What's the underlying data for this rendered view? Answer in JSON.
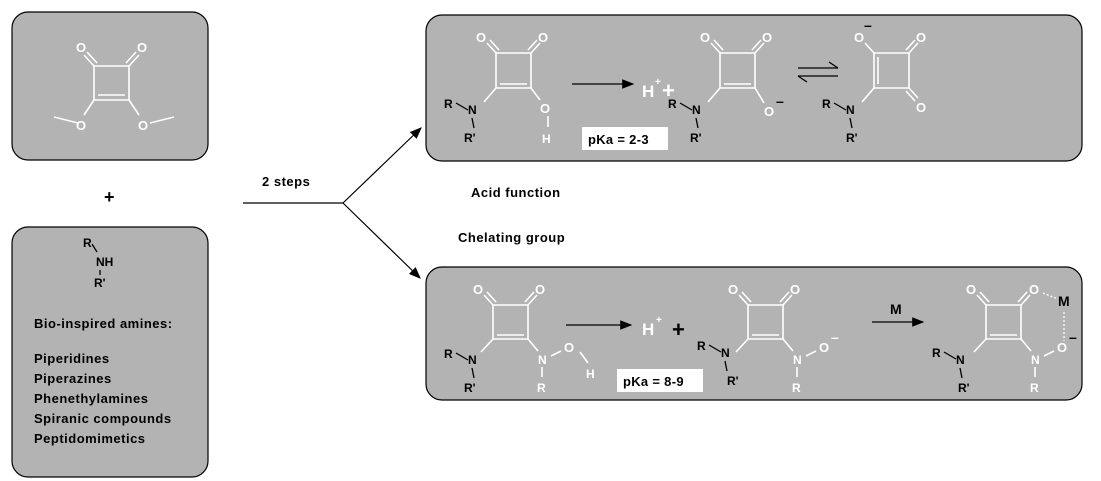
{
  "reagents": {
    "plus": "+",
    "amine_formula": {
      "r": "R",
      "nh": "NH",
      "r_prime": "R'"
    },
    "amines_title": "Bio-inspired amines:",
    "amines_list": [
      "Piperidines",
      "Piperazines",
      "Phenethylamines",
      "Spiranic compounds",
      "Peptidomimetics"
    ]
  },
  "reaction": {
    "steps_label": "2 steps"
  },
  "acid_route": {
    "label": "Acid function",
    "pka": "pKa = 2-3",
    "proton": "H",
    "proton_charge": "+",
    "plus": "+",
    "atoms": {
      "o": "O",
      "h": "H",
      "n": "N",
      "r": "R",
      "r_prime": "R'",
      "minus": "–"
    }
  },
  "chelate_route": {
    "label": "Chelating group",
    "pka": "pKa = 8-9",
    "proton": "H",
    "proton_charge": "+",
    "plus": "+",
    "metal": "M",
    "atoms": {
      "o": "O",
      "h": "H",
      "n": "N",
      "r": "R",
      "r_prime": "R'",
      "minus": "–"
    }
  },
  "colors": {
    "panel_fill": "#b3b3b3",
    "bond_white": "#ffffff",
    "text_black": "#000000"
  }
}
